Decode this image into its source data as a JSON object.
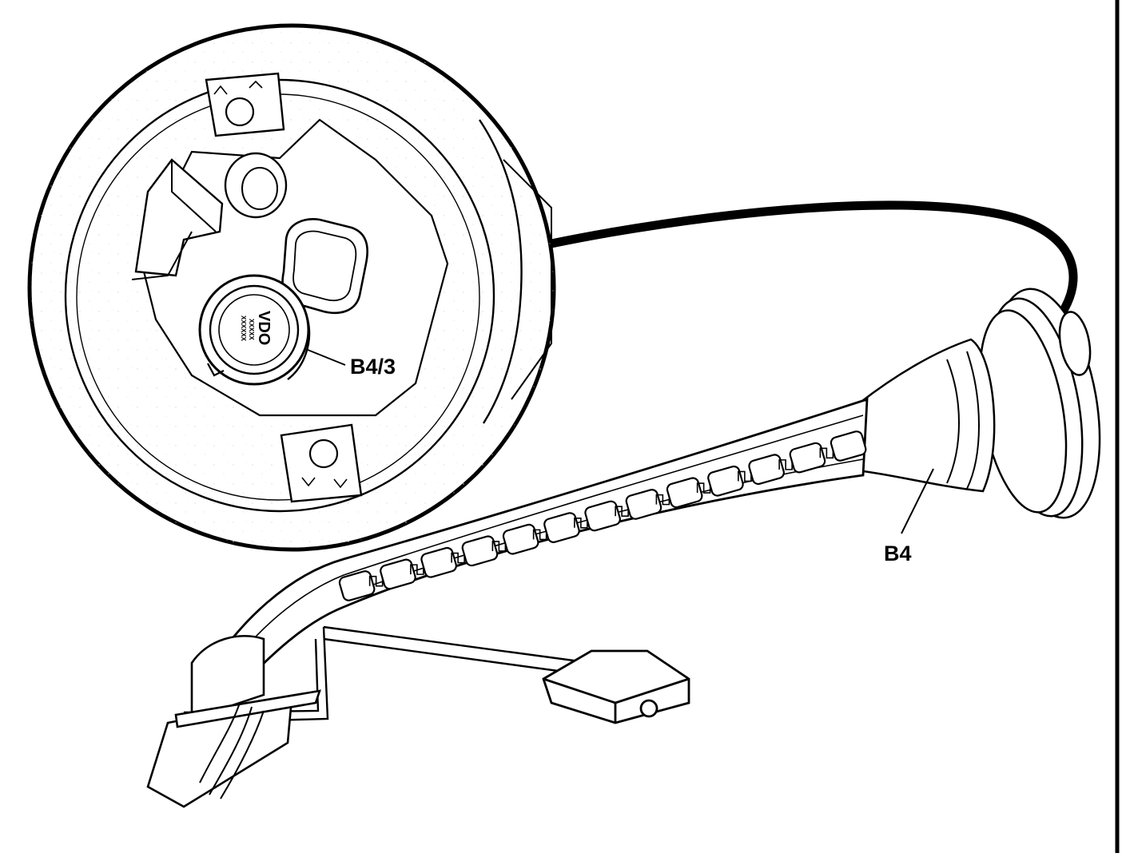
{
  "diagram": {
    "labels": {
      "sender": "B4",
      "sensor": "B4/3"
    },
    "sensor_markings": {
      "brand": "VDO",
      "code_line_1": "XXXXX",
      "code_line_2": "XXXXXX"
    },
    "colors": {
      "line": "#000000",
      "background": "#ffffff"
    }
  }
}
